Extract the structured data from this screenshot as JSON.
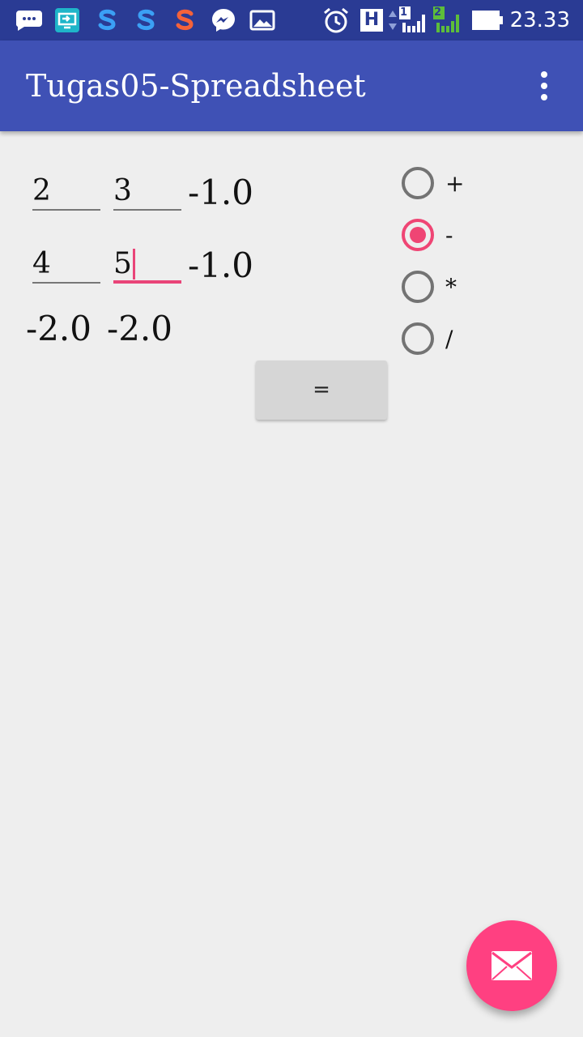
{
  "status_bar": {
    "time": "23.33",
    "icons": [
      "chat-bubble-icon",
      "screen-share-icon",
      "s-app-icon",
      "s-app-icon",
      "s-app-icon",
      "messenger-icon",
      "photo-icon",
      "alarm-icon",
      "h-network-icon",
      "signal-sim1-icon",
      "signal-sim2-icon",
      "battery-icon"
    ],
    "network_label": "H",
    "sim1": "1",
    "sim2": "2"
  },
  "app_bar": {
    "title": "Tugas05-Spreadsheet",
    "overflow_icon": "more-vert-icon"
  },
  "grid": {
    "row1": {
      "a": "2",
      "b": "3",
      "result": "-1.0"
    },
    "row2": {
      "a": "4",
      "b": "5",
      "result": "-1.0"
    },
    "totals": {
      "a": "-2.0",
      "b": "-2.0"
    }
  },
  "operations": [
    {
      "label": "+",
      "checked": false
    },
    {
      "label": "-",
      "checked": true
    },
    {
      "label": "*",
      "checked": false
    },
    {
      "label": "/",
      "checked": false
    }
  ],
  "equals_button": {
    "label": "="
  },
  "fab": {
    "icon": "email-icon"
  },
  "colors": {
    "primary": "#3f51b5",
    "primary_dark": "#2a3b94",
    "accent": "#ff4081"
  }
}
